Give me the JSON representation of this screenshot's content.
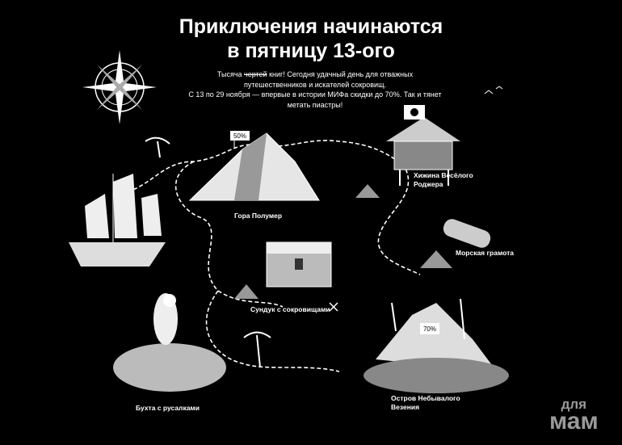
{
  "header": {
    "title_line1": "Приключения начинаются",
    "title_line2": "в пятницу 13-ого"
  },
  "intro": {
    "p1_before": "Тысяча ",
    "p1_struck": "чертей",
    "p1_after": " книг! Сегодня удачный день для отважных путешественников и искателей сокровищ.",
    "p2": "С 13 по 29 ноября — впервые в истории МИФа скидки до 70%. Так и тянет метать пиастры!"
  },
  "locations": {
    "mountain": "Гора Полумер",
    "hut_line1": "Хижина Весёлого",
    "hut_line2": "Роджера",
    "bottle": "Морская грамота",
    "chest": "Сундук с сокровищами",
    "mermaid": "Бухта с русалками",
    "island_line1": "Остров Небывалого",
    "island_line2": "Везения"
  },
  "flags": {
    "mountain": "50%",
    "island": "70%"
  },
  "watermark": {
    "line1": "для",
    "line2": "мам"
  }
}
